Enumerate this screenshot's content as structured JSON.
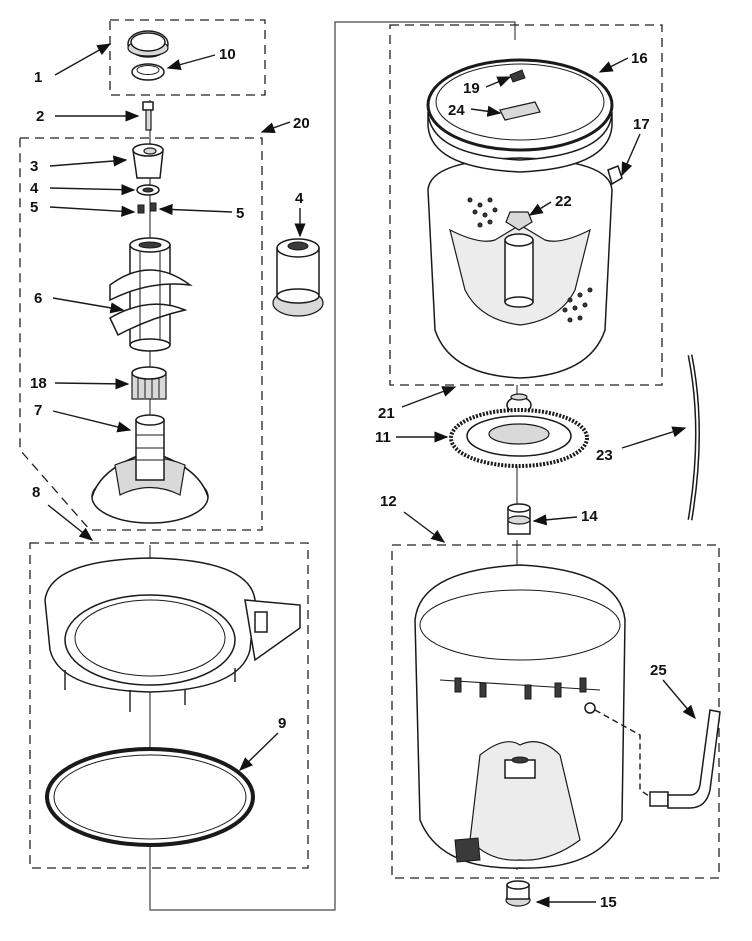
{
  "diagram": {
    "callouts": [
      "1",
      "10",
      "2",
      "20",
      "3",
      "4",
      "5",
      "5",
      "6",
      "18",
      "7",
      "4",
      "8",
      "9",
      "16",
      "17",
      "19",
      "24",
      "22",
      "21",
      "11",
      "23",
      "12",
      "14",
      "25",
      "15"
    ]
  }
}
